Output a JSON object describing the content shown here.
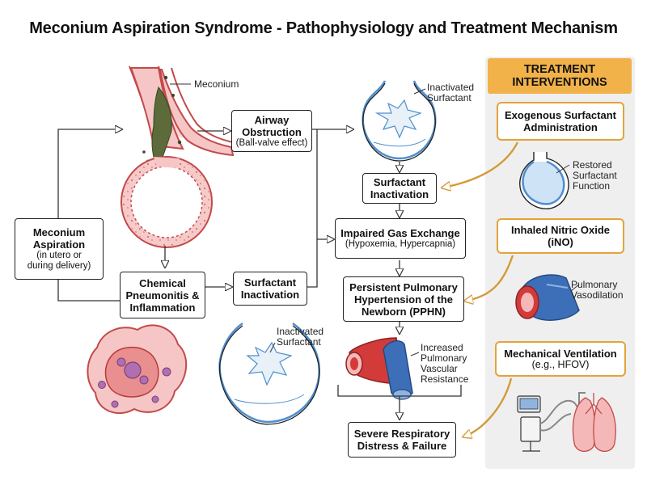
{
  "title": "Meconium Aspiration Syndrome - Pathophysiology and Treatment Mechanism",
  "labels": {
    "meconium": "Meconium",
    "inactivated_top": [
      "Inactivated",
      "Surfactant"
    ],
    "inactivated_bottom": [
      "Inactivated",
      "Surfactant"
    ],
    "increased_pvr": [
      "Increased",
      "Pulmonary",
      "Vascular",
      "Resistance"
    ],
    "restored": [
      "Restored",
      "Surfactant",
      "Function"
    ],
    "pulm_vaso": [
      "Pulmonary",
      "Vasodilation"
    ]
  },
  "boxes": {
    "aspiration": {
      "title": [
        "Meconium",
        "Aspiration"
      ],
      "sub": [
        "(in utero or",
        "during delivery)"
      ]
    },
    "airway": {
      "title": [
        "Airway",
        "Obstruction"
      ],
      "sub": [
        "(Ball-valve effect)"
      ]
    },
    "chemical": {
      "title": [
        "Chemical",
        "Pneumonitis &",
        "Inflammation"
      ]
    },
    "surf_left": {
      "title": [
        "Surfactant",
        "Inactivation"
      ]
    },
    "surf_right": {
      "title": [
        "Surfactant",
        "Inactivation"
      ]
    },
    "gas": {
      "title": [
        "Impaired Gas Exchange"
      ],
      "sub": [
        "(Hypoxemia, Hypercapnia)"
      ]
    },
    "pphn": {
      "title": [
        "Persistent Pulmonary",
        "Hypertension of the",
        "Newborn (PPHN)"
      ]
    },
    "severe": {
      "title": [
        "Severe Respiratory",
        "Distress & Failure"
      ]
    }
  },
  "treatment": {
    "heading": [
      "TREATMENT",
      "INTERVENTIONS"
    ],
    "surfactant": [
      "Exogenous Surfactant",
      "Administration"
    ],
    "ino": [
      "Inhaled Nitric Oxide",
      "(iNO)"
    ],
    "mech": [
      "Mechanical Ventilation"
    ],
    "mech_sub": [
      "(e.g., HFOV)"
    ]
  },
  "colors": {
    "accent": "#f2b24a",
    "accent_border": "#e3a33a",
    "panel": "#efefef",
    "airway_pink": "#f4b8b8",
    "meconium": "#5d6a3a",
    "surfactant_blue": "#4f8fd0",
    "vessel_red": "#d33b3b",
    "vessel_blue": "#3d6fb8"
  }
}
